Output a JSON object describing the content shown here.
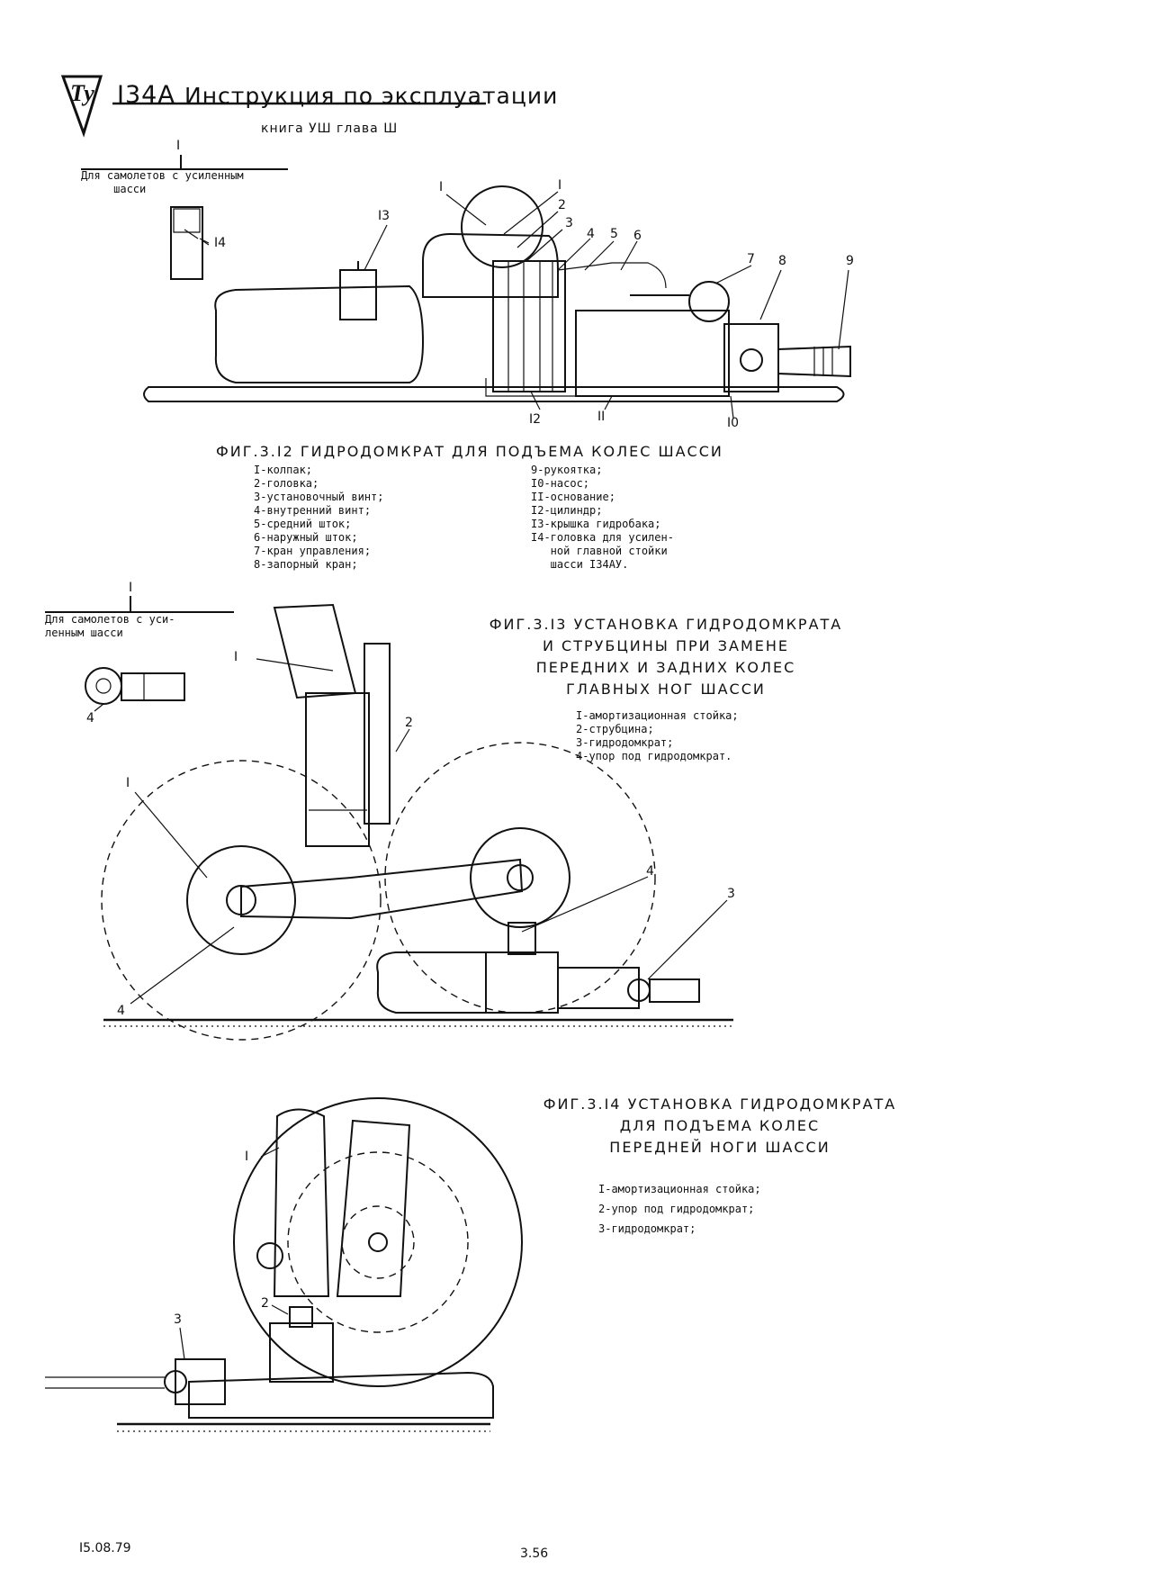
{
  "header": {
    "model": "I34A",
    "title": "Инструкция по эксплуатации",
    "subtitle": "книга УШ глава Ш"
  },
  "fig12": {
    "inset_num": "I",
    "inset_note": "Для самолетов с усиленным\n     шасси",
    "caption": "ФИГ.3.I2  ГИДРОДОМКРАТ ДЛЯ  ПОДЪЕМА  КОЛЕС  ШАССИ",
    "legend_left": [
      "I-колпак;",
      "2-головка;",
      "3-установочный винт;",
      "4-внутренний винт;",
      "5-средний шток;",
      "6-наружный шток;",
      "7-кран управления;",
      "8-запорный кран;"
    ],
    "legend_right": [
      "9-рукоятка;",
      "I0-насос;",
      "II-основание;",
      "I2-цилиндр;",
      "I3-крышка гидробака;",
      "I4-головка для усилен-",
      "   ной главной стойки",
      "   шасси I34АУ."
    ],
    "callouts": [
      "I",
      "2",
      "3",
      "4",
      "5",
      "6",
      "7",
      "8",
      "9",
      "I0",
      "II",
      "I2",
      "I3",
      "I4",
      "I"
    ]
  },
  "fig13": {
    "inset_num": "I",
    "inset_note": "Для самолетов с уси-\nленным шасси",
    "caption_lines": [
      "ФИГ.3.I3  УСТАНОВКА  ГИДРОДОМКРАТА",
      "И  СТРУБЦИНЫ  ПРИ  ЗАМЕНЕ",
      "ПЕРЕДНИХ  И  ЗАДНИХ  КОЛЕС",
      "ГЛАВНЫХ  НОГ ШАССИ"
    ],
    "legend": [
      "I-амортизационная стойка;",
      "2-струбцина;",
      "3-гидродомкрат;",
      "4-упор под гидродомкрат."
    ],
    "callouts": [
      "I",
      "2",
      "I",
      "4",
      "3",
      "4",
      "4"
    ]
  },
  "fig14": {
    "caption_lines": [
      "ФИГ.3.I4  УСТАНОВКА  ГИДРОДОМКРАТА",
      "ДЛЯ  ПОДЪЕМА  КОЛЕС",
      "ПЕРЕДНЕЙ  НОГИ  ШАССИ"
    ],
    "legend": [
      "I-амортизационная стойка;",
      "2-упор под гидродомкрат;",
      "3-гидродомкрат;"
    ],
    "callouts": [
      "I",
      "3",
      "2"
    ]
  },
  "footer": {
    "date": "I5.08.79",
    "page": "3.56"
  }
}
